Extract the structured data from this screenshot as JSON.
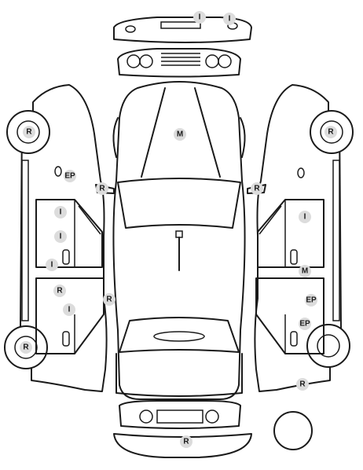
{
  "colors": {
    "line": "#1a1a1a",
    "badge": "#dcdcdc"
  },
  "marks": {
    "front_bumper_i1": "I",
    "front_bumper_i2": "I",
    "hood_m": "M",
    "left_front_wheel_r": "R",
    "left_front_door_ep": "EP",
    "left_mirror_r": "R",
    "left_front_door_i1": "I",
    "left_front_door_i2": "I",
    "left_front_door_i3": "I",
    "left_rear_door_r": "R",
    "left_rear_door_i": "I",
    "left_rear_side_r": "R",
    "left_rear_wheel_r": "R",
    "right_front_wheel_r": "R",
    "right_mirror_r": "R",
    "right_front_door_i": "I",
    "right_front_door_m": "M",
    "right_rear_door_ep1": "EP",
    "right_rear_door_ep2": "EP",
    "right_rear_wheel_r": "R",
    "rear_bumper_r": "R"
  }
}
